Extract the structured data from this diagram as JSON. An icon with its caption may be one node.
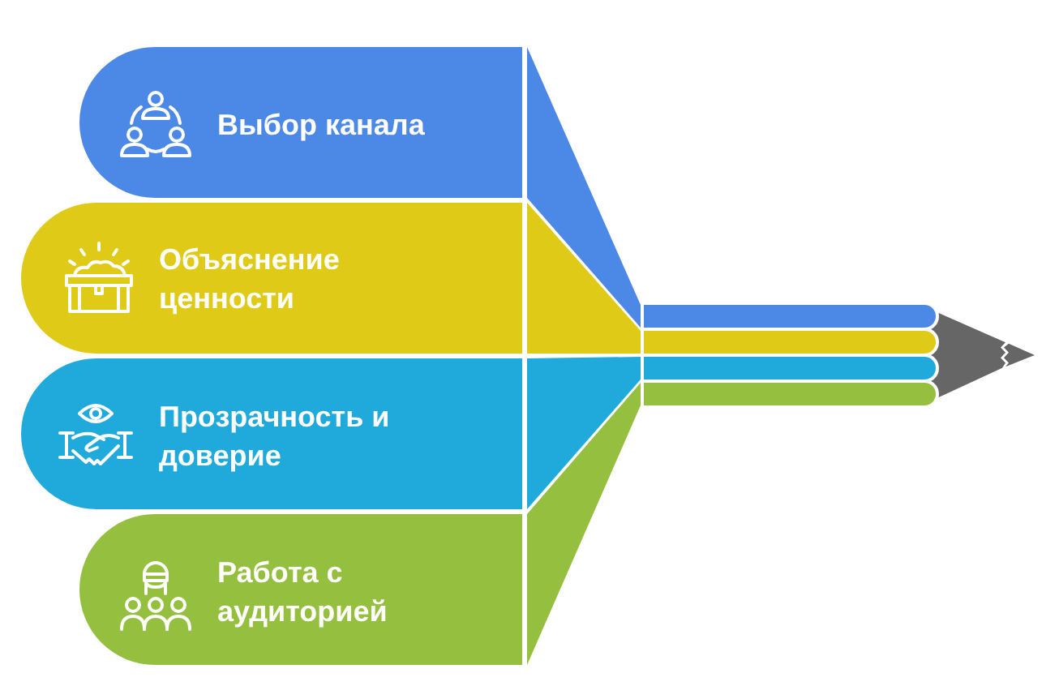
{
  "diagram": {
    "nodes": [
      {
        "text": [
          "Выбор канала"
        ]
      },
      {
        "text": [
          "Объяснение ценности"
        ]
      },
      {
        "text": [
          "Прозрачность и доверие"
        ]
      },
      {
        "text": [
          "Работа с аудиторией"
        ]
      }
    ]
  }
}
